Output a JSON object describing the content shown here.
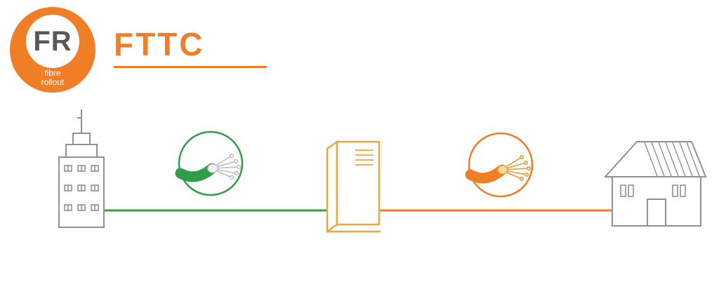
{
  "logo": {
    "initials": "FR",
    "subtext_line1": "fibre",
    "subtext_line2": "rollout"
  },
  "header": {
    "title": "FTTC"
  },
  "diagram": {
    "icons": [
      "exchange-building-icon",
      "fiber-cable-icon",
      "street-cabinet-icon",
      "copper-cable-icon",
      "house-icon"
    ],
    "connections": [
      {
        "name": "fiber-line",
        "from": "exchange-building",
        "to": "street-cabinet",
        "color": "#2F9E49"
      },
      {
        "name": "copper-line",
        "from": "street-cabinet",
        "to": "house",
        "color": "#F07E26"
      }
    ],
    "colors": {
      "orange": "#F07E26",
      "green": "#2F9E49",
      "cabinet_orange": "#F2A33C",
      "gray": "#909090",
      "copper_strand": "#DDA74F"
    }
  }
}
